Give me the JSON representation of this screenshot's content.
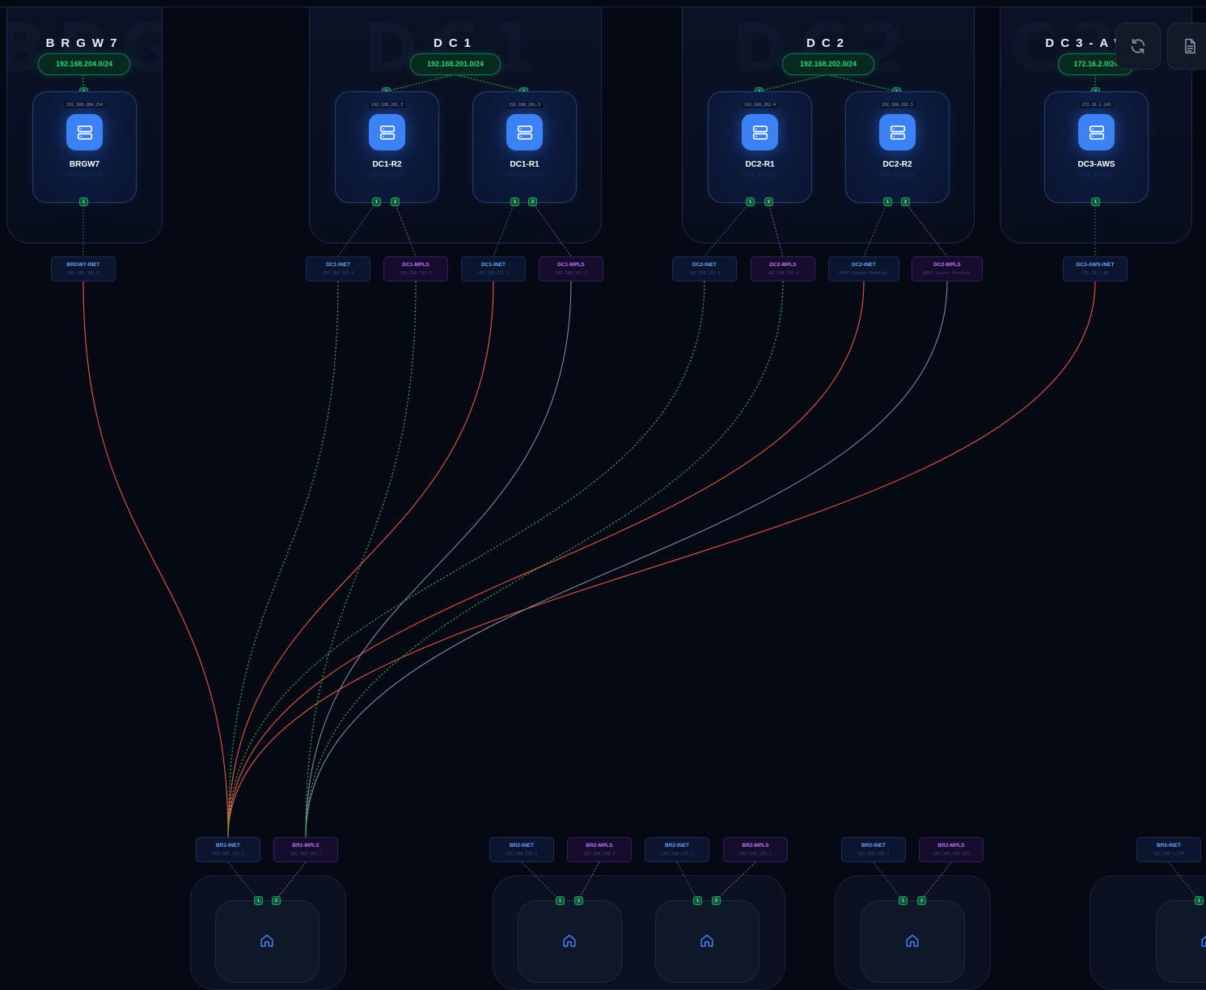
{
  "sites": [
    {
      "title": "BRGW7",
      "subnet": "192.168.204.0/24"
    },
    {
      "title": "DC1",
      "subnet": "192.168.201.0/24"
    },
    {
      "title": "DC2",
      "subnet": "192.168.202.0/24"
    },
    {
      "title": "DC3-AWS",
      "subnet": "172.16.2.0/24"
    }
  ],
  "routers": [
    {
      "name": "BRGW7",
      "model": "ION 3102V",
      "ip": "192.168.204.254"
    },
    {
      "name": "DC1-R2",
      "model": "ION 3102V",
      "ip": "192.168.201.3"
    },
    {
      "name": "DC1-R1",
      "model": "ION 3102V",
      "ip": "192.168.201.3"
    },
    {
      "name": "DC2-R1",
      "model": "ION 3102V",
      "ip": "192.168.202.4"
    },
    {
      "name": "DC2-R2",
      "model": "ION 3102V",
      "ip": "192.168.202.5"
    },
    {
      "name": "DC3-AWS",
      "model": "ION 3102V",
      "ip": "172.16.2.243"
    }
  ],
  "dc_wans": [
    {
      "name": "BRGW7-INET",
      "ip": "192.168.100.8"
    },
    {
      "name": "DC1-INET",
      "ip": "192.168.221.2"
    },
    {
      "name": "DC1-MPLS",
      "ip": "192.168.191.3"
    },
    {
      "name": "DC1-INET",
      "ip": "192.168.221.1"
    },
    {
      "name": "DC1-MPLS",
      "ip": "192.168.191.1"
    },
    {
      "name": "DC2-INET",
      "ip": "192.168.222.1"
    },
    {
      "name": "DC2-MPLS",
      "ip": "192.168.192.1"
    },
    {
      "name": "DC2-INET",
      "ip": "DHCP (Lease Pending)"
    },
    {
      "name": "DC2-MPLS",
      "ip": "DHCP (Lease Pending)"
    },
    {
      "name": "DC3-AWS-INET",
      "ip": "172.16.1.84"
    }
  ],
  "branch_wans": [
    {
      "name": "BR1-INET",
      "ip": "192.168.227.1"
    },
    {
      "name": "BR1-MPLS",
      "ip": "192.168.197.1"
    },
    {
      "name": "BR2-INET",
      "ip": "192.168.226.2"
    },
    {
      "name": "BR2-MPLS",
      "ip": "192.168.196.2"
    },
    {
      "name": "BR2-INET",
      "ip": "192.168.226.1"
    },
    {
      "name": "BR2-MPLS",
      "ip": "192.168.196.1"
    },
    {
      "name": "BR3-INET",
      "ip": "192.168.228.1"
    },
    {
      "name": "BR3-MPLS",
      "ip": "192.168.198.103"
    },
    {
      "name": "BR5-INET",
      "ip": "192.168.1.235"
    }
  ],
  "ports": {
    "one": "1",
    "two": "2",
    "three": "3"
  },
  "toolbar": {
    "refresh_icon": "refresh-icon",
    "document_icon": "document-icon"
  },
  "colors": {
    "background": "#050914",
    "inet_link": "#f0553e",
    "mpls_link": "#8a93a8",
    "overlay_link": "#22c55e",
    "router_icon": "#3b82f6"
  }
}
